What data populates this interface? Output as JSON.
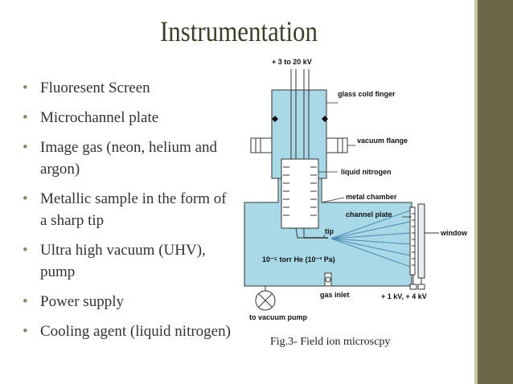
{
  "slide": {
    "title": "Instrumentation",
    "bullets": [
      "Fluoresent Screen",
      "Microchannel plate",
      "Image gas (neon, helium and argon)",
      "Metallic sample in the form of a sharp tip",
      "Ultra high vacuum (UHV), pump",
      "Power supply",
      "Cooling agent (liquid nitrogen)"
    ],
    "bullet_symbol": "•",
    "caption": "Fig.3- Field ion microscpy"
  },
  "diagram": {
    "labels": {
      "voltage_top": "+ 3 to 20 kV",
      "glass_cold_finger": "glass cold finger",
      "vacuum_flange": "vacuum flange",
      "liquid_nitrogen": "liquid nitrogen",
      "metal_chamber": "metal chamber",
      "channel_plate": "channel plate",
      "tip": "tip",
      "window": "window",
      "pressure": "10⁻⁵ torr He (10⁻³ Pa)",
      "gas_inlet": "gas inlet",
      "voltage_bottom": "+ 1 kV, + 4 kV",
      "to_vacuum_pump": "to vacuum pump"
    },
    "colors": {
      "chamber_fill": "#a9d8e6",
      "side_bar": "#6b6746",
      "title_color": "#3f3e27",
      "bullet_dot": "#8a8660"
    }
  }
}
